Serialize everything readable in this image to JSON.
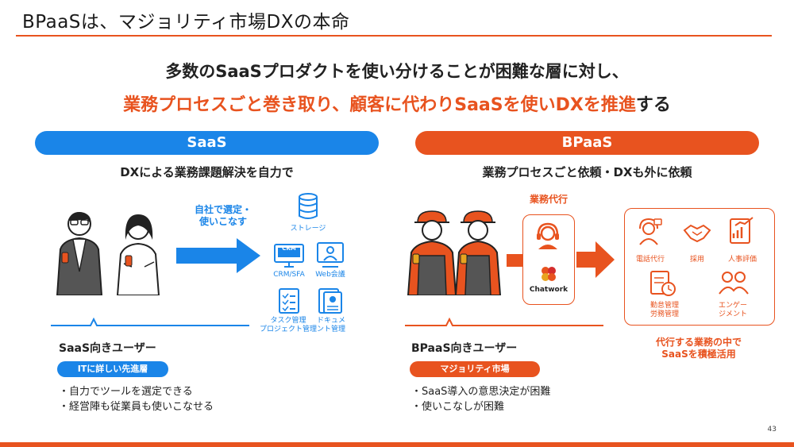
{
  "slide": {
    "title": "BPaaSは、マジョリティ市場DXの本命",
    "headline_line1": "多数のSaaSプロダクトを使い分けることが困難な層に対し、",
    "headline_line2_orange": "業務プロセスごと巻き取り、顧客に代わりSaaSを使いDXを推進",
    "headline_line2_dark": "する",
    "page_number": "43"
  },
  "saas": {
    "pill": "SaaS",
    "subtitle": "DXによる業務課題解決を自力で",
    "arrow_label_line1": "自社で選定・",
    "arrow_label_line2": "使いこなす",
    "tools": [
      {
        "label": "ストレージ",
        "icon": "database-icon"
      },
      {
        "label": "CRM/SFA",
        "icon": "crm-monitor-icon"
      },
      {
        "label": "Web会議",
        "icon": "web-meeting-icon"
      },
      {
        "label_line1": "タスク管理",
        "label_line2": "プロジェクト管理",
        "icon": "task-list-icon"
      },
      {
        "label_line1": "ドキュメ",
        "label_line2": "ント管理",
        "icon": "document-icon"
      }
    ],
    "crm_text": "CRM",
    "user_title": "SaaS向きユーザー",
    "tag": "ITに詳しい先進層",
    "bullets": [
      "・自力でツールを選定できる",
      "・経営陣も従業員も使いこなせる"
    ],
    "accent": "#1a85e8"
  },
  "bpaas": {
    "pill": "BPaaS",
    "subtitle": "業務プロセスごと依頼・DXも外に依頼",
    "proxy_label": "業務代行",
    "chatwork_label": "Chatwork",
    "services": [
      {
        "label": "電話代行",
        "icon": "phone-operator-icon"
      },
      {
        "label": "採用",
        "icon": "handshake-icon"
      },
      {
        "label": "人事評価",
        "icon": "evaluation-chart-icon"
      },
      {
        "label_line1": "勤怠管理",
        "label_line2": "労務管理",
        "icon": "timecard-icon"
      },
      {
        "label_line1": "エンゲー",
        "label_line2": "ジメント",
        "icon": "team-icon"
      }
    ],
    "result_line1": "代行する業務の中で",
    "result_line2": "SaaSを積極活用",
    "user_title": "BPaaS向きユーザー",
    "tag": "マジョリティ市場",
    "bullets": [
      "・SaaS導入の意思決定が困難",
      "・使いこなしが困難"
    ],
    "accent": "#e8531f"
  }
}
